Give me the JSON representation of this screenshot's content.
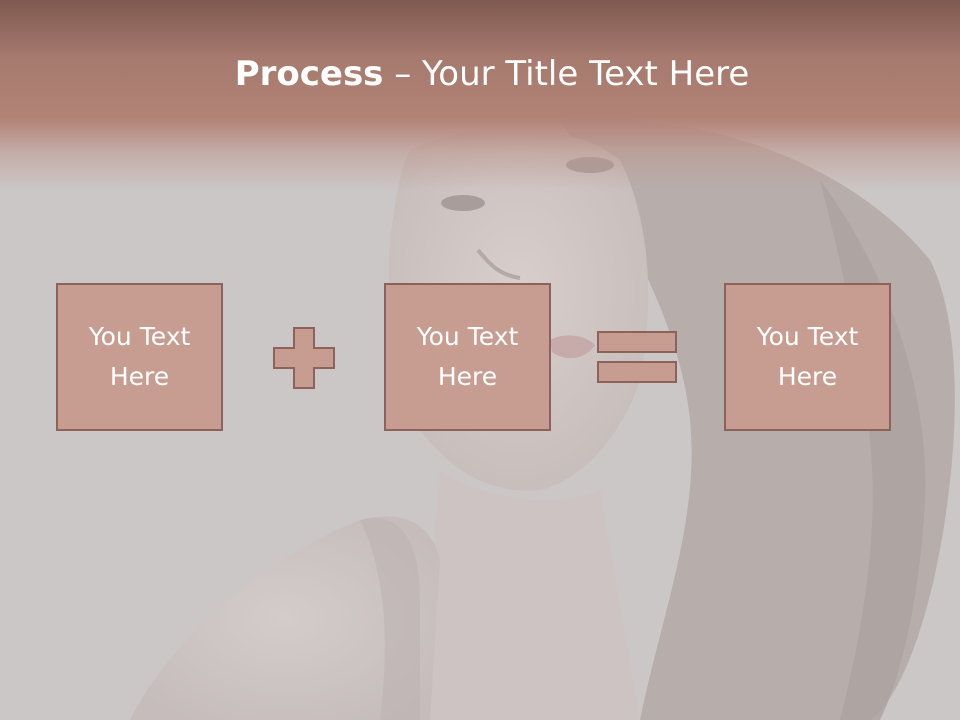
{
  "title": {
    "bold": "Process",
    "rest": " – Your Title Text Here"
  },
  "boxes": [
    {
      "text": "You Text Here"
    },
    {
      "text": "You Text Here"
    },
    {
      "text": "You Text Here"
    }
  ],
  "operators": {
    "plus_icon": "plus-icon",
    "equals_icon": "equals-icon"
  },
  "colors": {
    "title_band": "#a67a6e",
    "box_fill": "#c79d92",
    "box_border": "#8c625a",
    "text": "#ffffff",
    "background": "#cbc7c6"
  }
}
